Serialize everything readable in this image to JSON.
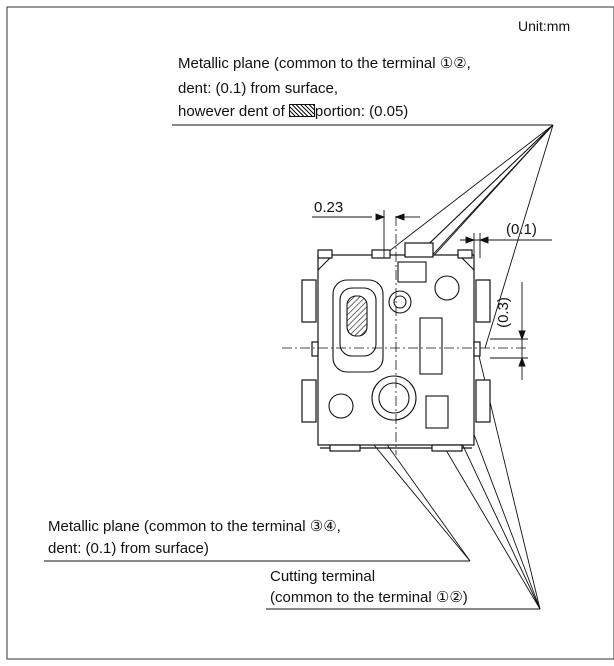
{
  "unit_label": "Unit:mm",
  "callouts": {
    "top": {
      "line1": "Metallic plane (common to the terminal ①②,",
      "line2": "dent: (0.1) from surface,",
      "line3_prefix": "however dent of ",
      "line3_suffix": "portion: (0.05)"
    },
    "bottom_left": {
      "line1": "Metallic plane (common to the terminal ③④,",
      "line2": "dent: (0.1) from surface)"
    },
    "bottom_right": {
      "line1": "Cutting terminal",
      "line2": "(common to the terminal ①②)"
    }
  },
  "dimensions": {
    "width_dim": "0.23",
    "top_right_dim": "(0.1)",
    "side_dim": "(0.3)"
  },
  "colors": {
    "line": "#111111",
    "frame": "#333333",
    "background": "#ffffff"
  }
}
